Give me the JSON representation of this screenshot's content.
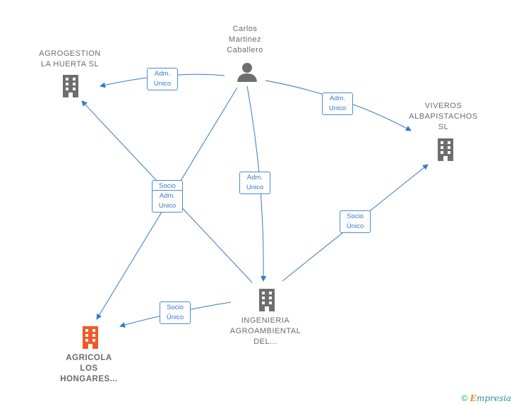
{
  "nodes": {
    "person": {
      "name": "Carlos\nMartinez\nCaballero",
      "type": "person-icon"
    },
    "agrogestion": {
      "name": "AGROGESTION\nLA HUERTA  SL",
      "type": "building-icon"
    },
    "viveros": {
      "name": "VIVEROS\nALBAPISTACHOS\nSL",
      "type": "building-icon"
    },
    "ingenieria": {
      "name": "INGENIERIA\nAGROAMBIENTAL\nDEL...",
      "type": "building-icon"
    },
    "agricola": {
      "name": "AGRICOLA\nLOS\nHONGARES...",
      "type": "building-icon",
      "color": "#f05a28"
    }
  },
  "edges": {
    "person_agrogestion": "Adm.\nUnico",
    "person_viveros": "Adm.\nUnico",
    "person_ingenieria": "Adm.\nUnico",
    "socio_unico_back": "Socio\nÚnico",
    "adm_unico_front": "Adm.\nUnico",
    "ingenieria_viveros": "Socio\nÚnico",
    "ingenieria_agricola": "Socio\nÚnico"
  },
  "colors": {
    "edge": "#3a78c8",
    "building": "#6e6e6e",
    "focus_building": "#f05a28"
  },
  "footer": {
    "copyright": "©",
    "brand_first": "E",
    "brand_rest": "mpresia"
  }
}
